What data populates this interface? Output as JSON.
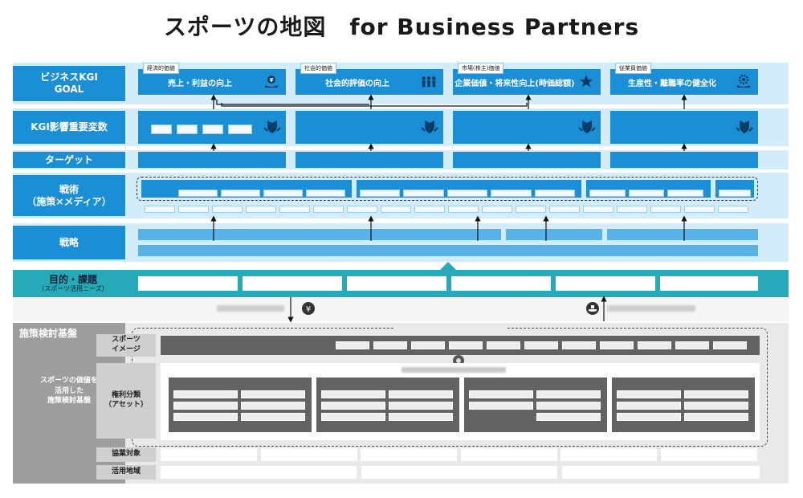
{
  "title": "スポーツの地図　for Business Partners",
  "rows": {
    "goal_label_1": "ビジネスKGI",
    "goal_label_2": "GOAL",
    "kgi_label": "KGI影響重要変数",
    "target_label": "ターゲット",
    "tactics_label_1": "戦術",
    "tactics_label_2": "（施策×メディア）",
    "strategy_label": "戦略",
    "purpose_label_1": "目的・課題",
    "purpose_label_2": "（スポーツ活用ニーズ）",
    "base_label": "施策検討基盤",
    "base_desc_1": "スポーツの価値を",
    "base_desc_2": "活用した",
    "base_desc_3": "施策検討基盤",
    "sports_image_1": "スポーツ",
    "sports_image_2": "イメージ",
    "rights_1": "権利分類",
    "rights_2": "（アセット）",
    "partner_label": "協業対象",
    "region_label": "活用地域"
  },
  "goals": [
    {
      "tag": "経済的価値",
      "label": "売上・利益の向上",
      "icon": "yen-hand-icon"
    },
    {
      "tag": "社会的価値",
      "label": "社会的評価の向上",
      "icon": "people-icon"
    },
    {
      "tag": "市場(株主)価値",
      "label": "企業価値・将来性向上(時価総額)",
      "icon": "star-hand-icon"
    },
    {
      "tag": "従業員価値",
      "label": "生産性・離職率の健全化",
      "icon": "gear-hand-icon"
    }
  ]
}
